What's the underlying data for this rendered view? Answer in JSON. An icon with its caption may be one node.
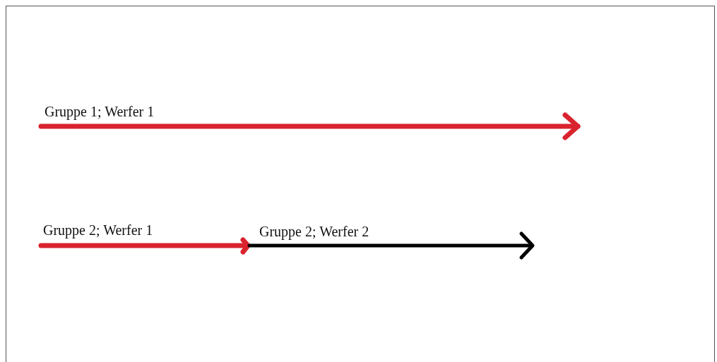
{
  "diagram": {
    "labels": [
      "Gruppe 1; Werfer 1",
      "Gruppe 2; Werfer 1",
      "Gruppe 2; Werfer 2"
    ]
  }
}
